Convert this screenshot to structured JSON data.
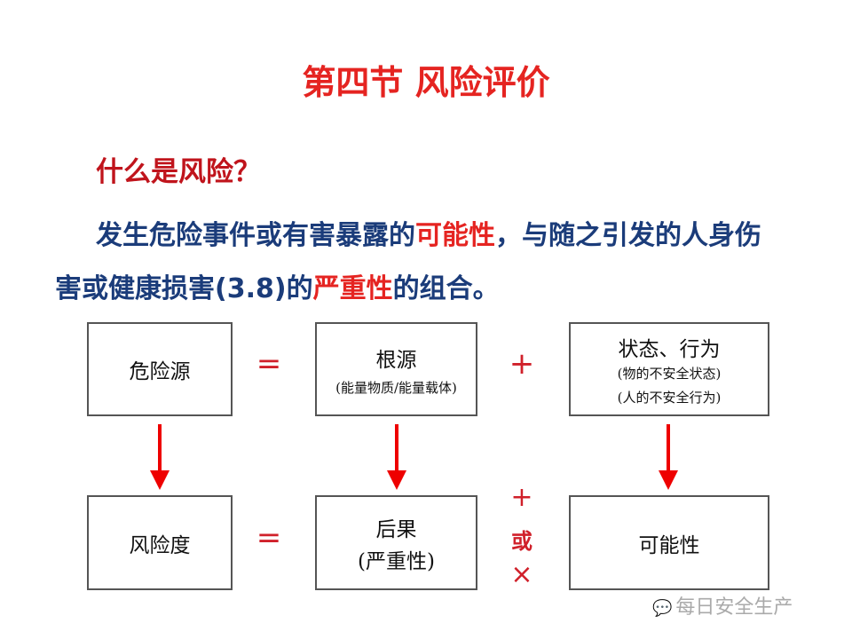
{
  "title": "第四节 风险评价",
  "question": "什么是风险？",
  "definition": {
    "part1": "发生危险事件或有害暴露的",
    "highlight1": "可能性",
    "part2": "，与随之引发的人身伤",
    "part3": "害或健康损害(3.8)的",
    "highlight2": "严重性",
    "part4": "的组合。"
  },
  "row1": {
    "box1": "危险源",
    "eq": "=",
    "box2_title": "根源",
    "box2_sub": "(能量物质/能量载体)",
    "plus": "+",
    "box3_title": "状态、行为",
    "box3_sub1": "(物的不安全状态)",
    "box3_sub2": "(人的不安全行为)"
  },
  "row2": {
    "box1": "风险度",
    "eq": "=",
    "box2_title": "后果",
    "box2_sub": "(严重性)",
    "op_plus": "+",
    "op_or": "或",
    "op_times": "×",
    "box3": "可能性"
  },
  "watermark": "每日安全生产"
}
